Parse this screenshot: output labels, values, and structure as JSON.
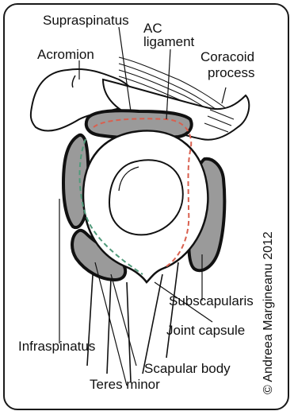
{
  "labels": {
    "supraspinatus": "Supraspinatus",
    "ac_ligament_line1": "AC",
    "ac_ligament_line2": "ligament",
    "acromion": "Acromion",
    "coracoid_line1": "Coracoid",
    "coracoid_line2": "process",
    "subscapularis": "Subscapularis",
    "joint_capsule": "Joint capsule",
    "infraspinatus": "Infraspinatus",
    "scapular_body": "Scapular body",
    "teres_minor": "Teres minor"
  },
  "copyright": "© Andreea Margineanu 2012",
  "colors": {
    "outline": "#111111",
    "muscle_fill": "#9a9a9a",
    "muscle_band": "#b9b9b9",
    "bone_fill": "#ffffff",
    "capsule_dash_red": "#d9604f",
    "capsule_dash_green": "#4f9a7a"
  }
}
